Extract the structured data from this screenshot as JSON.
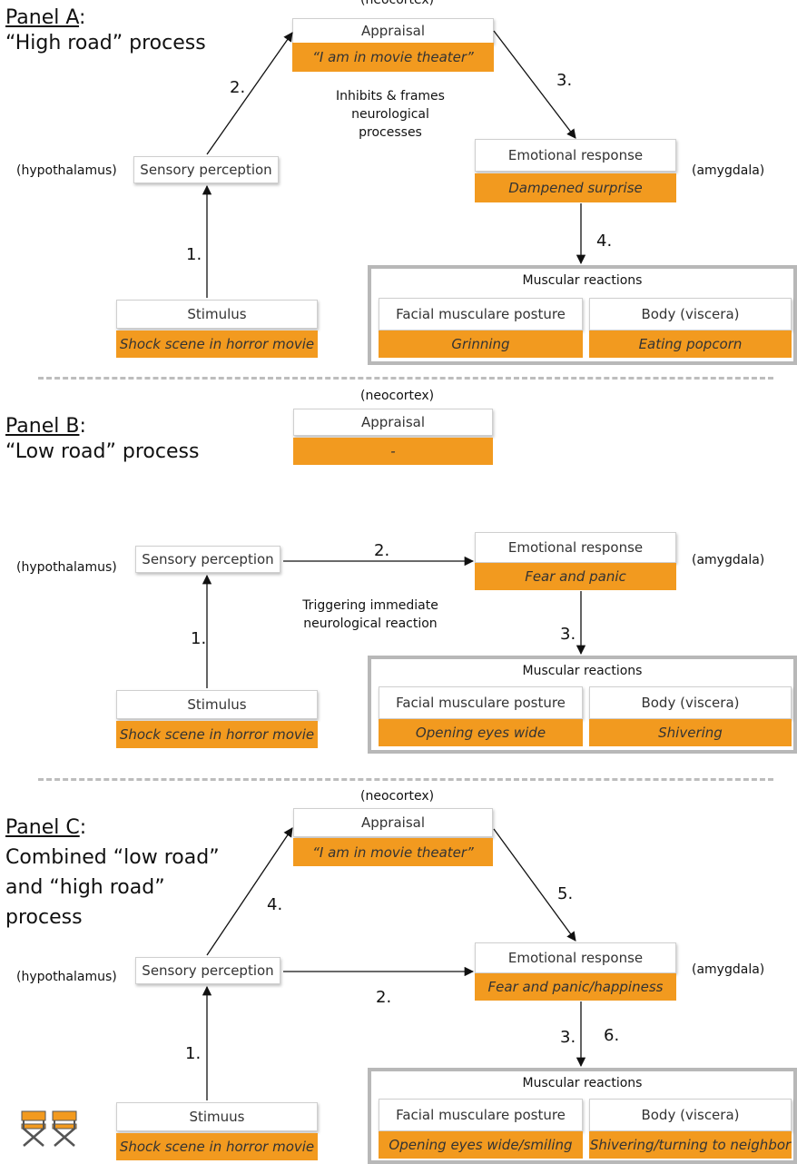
{
  "panel_a": {
    "title_panel": "Panel A",
    "title_colon": ":",
    "title_line2": "“High road” process",
    "neocortex": "(neocortex)",
    "appraisal_label": "Appraisal",
    "appraisal_value": "“I am in movie theater”",
    "inhibits_note": "Inhibits & frames neurological processes",
    "hypothalamus": "(hypothalamus)",
    "sensory": "Sensory perception",
    "emotional_label": "Emotional response",
    "emotional_value": "Dampened surprise",
    "amygdala": "(amygdala)",
    "stimulus_label": "Stimulus",
    "stimulus_value": "Shock scene in horror movie",
    "muscular_title": "Muscular reactions",
    "facial_label": "Facial musculare posture",
    "facial_value": "Grinning",
    "body_label": "Body (viscera)",
    "body_value": "Eating popcorn",
    "step1": "1.",
    "step2": "2.",
    "step3": "3.",
    "step4": "4."
  },
  "panel_b": {
    "title_panel": "Panel B",
    "title_colon": ":",
    "title_line2": "“Low road” process",
    "neocortex": "(neocortex)",
    "appraisal_label": "Appraisal",
    "appraisal_value": "-",
    "hypothalamus": "(hypothalamus)",
    "sensory": "Sensory perception",
    "trigger_note": "Triggering immediate neurological reaction",
    "emotional_label": "Emotional response",
    "emotional_value": "Fear and panic",
    "amygdala": "(amygdala)",
    "stimulus_label": "Stimulus",
    "stimulus_value": "Shock scene in horror movie",
    "muscular_title": "Muscular reactions",
    "facial_label": "Facial musculare posture",
    "facial_value": "Opening eyes wide",
    "body_label": "Body (viscera)",
    "body_value": "Shivering",
    "step1": "1.",
    "step2": "2.",
    "step3": "3."
  },
  "panel_c": {
    "title_panel": "Panel C",
    "title_colon": ":",
    "title_line2": "Combined “low road”",
    "title_line3": "and “high road”",
    "title_line4": "process",
    "neocortex": "(neocortex)",
    "appraisal_label": "Appraisal",
    "appraisal_value": "“I am in movie theater”",
    "hypothalamus": "(hypothalamus)",
    "sensory": "Sensory perception",
    "emotional_label": "Emotional response",
    "emotional_value": "Fear and panic/happiness",
    "amygdala": "(amygdala)",
    "stimulus_label": "Stimuus",
    "stimulus_value": "Shock scene in horror movie",
    "muscular_title": "Muscular reactions",
    "facial_label": "Facial musculare posture",
    "facial_value": "Opening eyes wide/smiling",
    "body_label": "Body (viscera)",
    "body_value": "Shivering/turning to neighbor",
    "step1": "1.",
    "step2": "2.",
    "step3": "3.",
    "step4": "4.",
    "step5": "5.",
    "step6": "6.",
    "chair_icon": "directors-chair-icon"
  },
  "colors": {
    "orange": "#f29a1f",
    "box_border": "#cfcfcf",
    "frame_gray": "#b8b8b8",
    "dash_gray": "#bdbdbd"
  }
}
